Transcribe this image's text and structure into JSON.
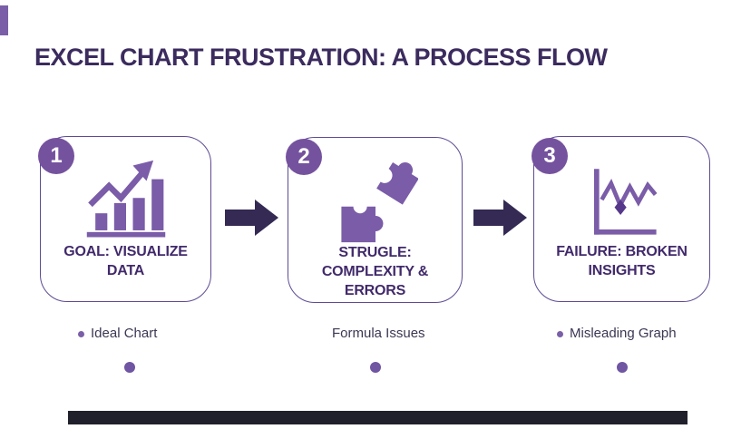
{
  "title": "EXCEL CHART FRUSTRATION: A PROCESS FLOW",
  "steps": [
    {
      "number": "1",
      "label": "GOAL: VISUALIZE DATA",
      "icon": "rising-bar-chart-icon",
      "caption": "Ideal Chart",
      "has_caption_bullet": true
    },
    {
      "number": "2",
      "label": "STRUGLE: COMPLEXITY & ERRORS",
      "icon": "puzzle-pieces-icon",
      "caption": "Formula Issues",
      "has_caption_bullet": false
    },
    {
      "number": "3",
      "label": "FAILURE: BROKEN INSIGHTS",
      "icon": "broken-line-chart-icon",
      "caption": "Misleading Graph",
      "has_caption_bullet": true
    }
  ],
  "colors": {
    "accent_purple": "#7a5fa8",
    "badge_purple": "#75529e",
    "box_border_purple": "#5e4b94",
    "title_text": "#3b2b5e",
    "label_text": "#412a6b",
    "caption_text": "#3d3753",
    "arrow_dark": "#342a54",
    "footer_bar": "#20202c"
  }
}
